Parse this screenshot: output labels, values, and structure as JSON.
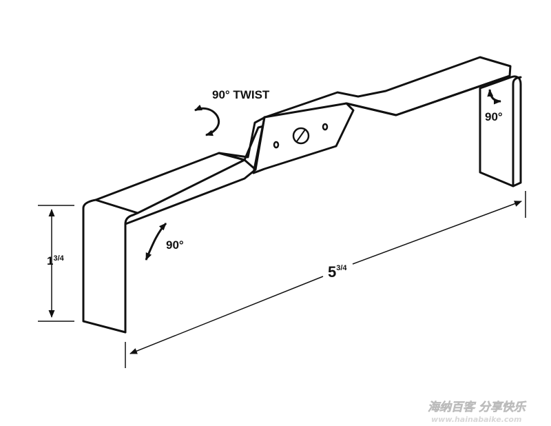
{
  "labels": {
    "twist_label": "90° TWIST",
    "top_right_angle": "90°",
    "inner_angle": "90°",
    "height_whole": "1",
    "height_fraction": "3/4",
    "length_whole": "5",
    "length_fraction": "3/4"
  },
  "watermark": {
    "line1": "海纳百客 分享快乐",
    "line2": "www.hainabaike.com"
  },
  "colors": {
    "line": "#111111",
    "face": "#ffffff",
    "watermark": "#d7d7d7"
  }
}
